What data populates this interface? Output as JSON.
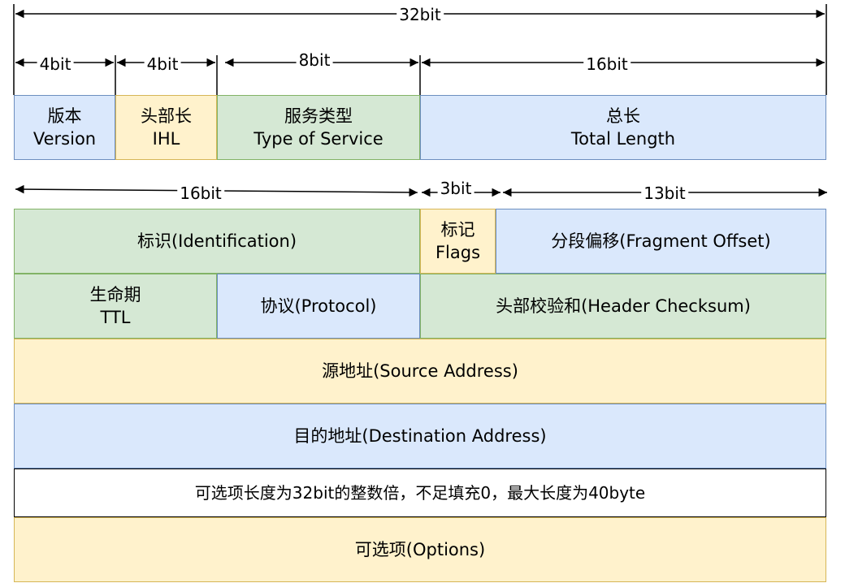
{
  "dimensions": {
    "top": "32bit",
    "version": "4bit",
    "ihl": "4bit",
    "tos": "8bit",
    "total_length": "16bit",
    "identification": "16bit",
    "flags": "3bit",
    "fragment_offset": "13bit"
  },
  "fields": {
    "version": {
      "zh": "版本",
      "en": "Version"
    },
    "ihl": {
      "zh": "头部长",
      "en": "IHL"
    },
    "tos": {
      "zh": "服务类型",
      "en": "Type of Service"
    },
    "total_length": {
      "zh": "总长",
      "en": "Total Length"
    },
    "identification": "标识(Identification)",
    "flags": {
      "zh": "标记",
      "en": "Flags"
    },
    "fragment_offset": "分段偏移(Fragment Offset)",
    "ttl": {
      "zh": "生命期",
      "en": "TTL"
    },
    "protocol": "协议(Protocol)",
    "header_checksum": "头部校验和(Header Checksum)",
    "source_address": "源地址(Source Address)",
    "destination_address": "目的地址(Destination Address)",
    "options_note": "可选项长度为32bit的整数倍，不足填充0，最大长度为40byte",
    "options": "可选项(Options)"
  },
  "colors": {
    "blue_fill": "#dae8fc",
    "blue_stroke": "#6c8ebf",
    "yellow_fill": "#fff2cc",
    "yellow_stroke": "#d6b656",
    "green_fill": "#d5e8d4",
    "green_stroke": "#82b366"
  }
}
